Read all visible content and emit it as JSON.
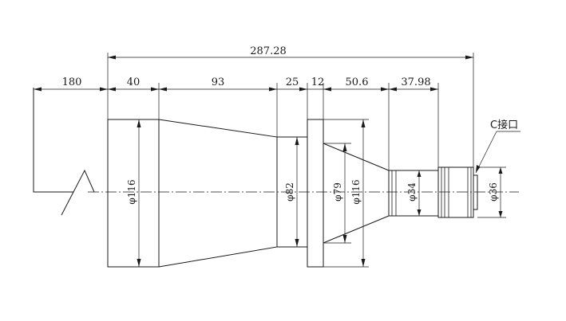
{
  "dimensions": {
    "overall_length": "287.28",
    "back_focus": "180",
    "segment_1": "40",
    "segment_2": "93",
    "segment_3": "25",
    "segment_4": "12",
    "segment_5": "50.6",
    "segment_6": "37.98"
  },
  "diameters": {
    "front": "φ116",
    "waist": "φ82",
    "cone": "φ79",
    "flange": "φ116",
    "barrel": "φ34",
    "mount": "φ36"
  },
  "labels": {
    "mount_type": "C接口"
  }
}
